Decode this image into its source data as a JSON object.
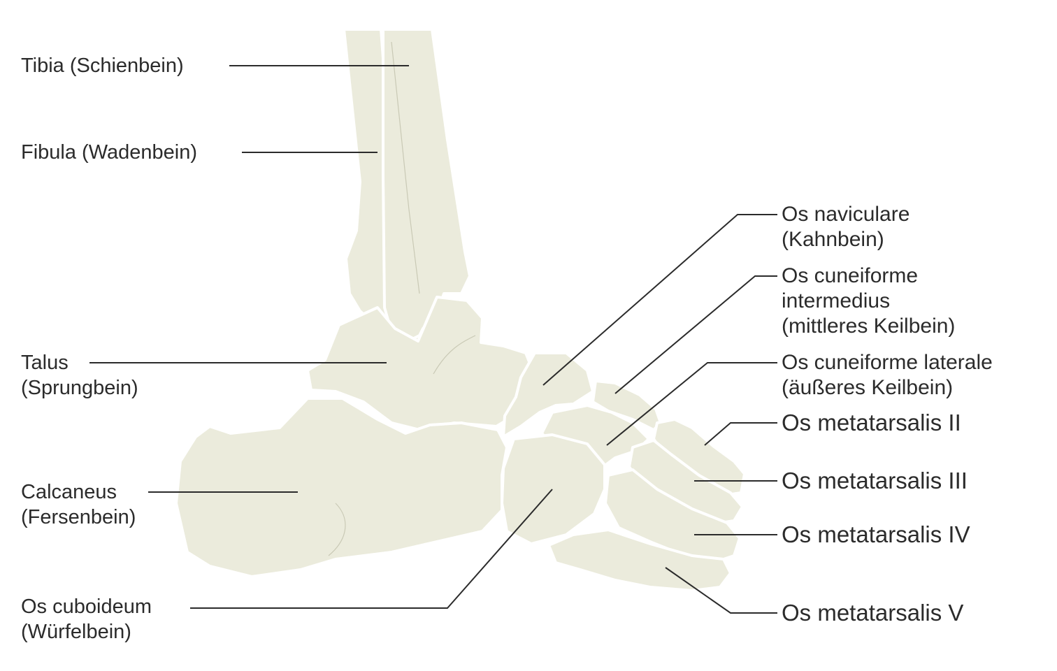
{
  "labels": {
    "tibia": [
      "Tibia (Schienbein)"
    ],
    "fibula": [
      "Fibula (Wadenbein)"
    ],
    "talus": [
      "Talus",
      "(Sprungbein)"
    ],
    "calcaneus": [
      "Calcaneus",
      "(Fersenbein)"
    ],
    "cuboideum": [
      "Os cuboideum",
      "(Würfelbein)"
    ],
    "naviculare": [
      "Os naviculare",
      "(Kahnbein)"
    ],
    "cuneiforme_intermedius": [
      "Os cuneiforme",
      "intermedius",
      "(mittleres Keilbein)"
    ],
    "cuneiforme_laterale": [
      "Os cuneiforme laterale",
      "(äußeres Keilbein)"
    ],
    "metatarsalis_2": [
      "Os metatarsalis II"
    ],
    "metatarsalis_3": [
      "Os metatarsalis III"
    ],
    "metatarsalis_4": [
      "Os metatarsalis IV"
    ],
    "metatarsalis_5": [
      "Os metatarsalis V"
    ]
  },
  "colors": {
    "bone_fill": "#ebebdc",
    "bone_outline": "#ffffff",
    "leader_line": "#2b2b2b",
    "label_text": "#2b2b2b"
  }
}
